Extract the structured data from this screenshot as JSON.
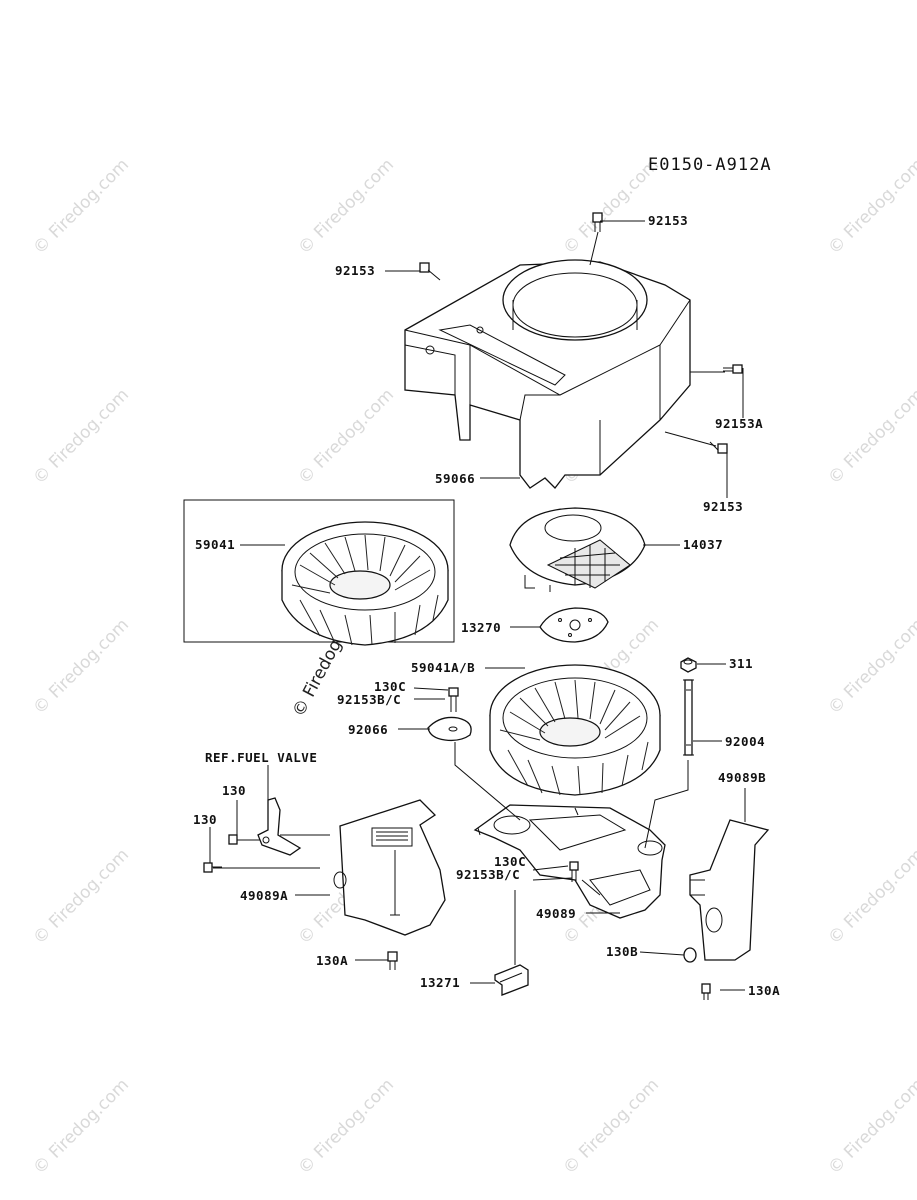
{
  "diagram_code": "E0150-A912A",
  "watermark": "© Firedog.com",
  "parts": {
    "bolt_top": "92153",
    "bolt_left": "92153",
    "bolt_right_a": "92153A",
    "bolt_right_b": "92153",
    "housing": "59066",
    "flywheel_boxed": "59041",
    "screen": "14037",
    "plate": "13270",
    "nut": "311",
    "flywheel_ab": "59041A/B",
    "bolt_130c_top": "130C",
    "bolt_bc_top": "92153B/C",
    "washer": "92066",
    "stud": "92004",
    "ref_fuel_valve": "REF.FUEL VALVE",
    "bolt_130_a": "130",
    "bolt_130_b": "130",
    "cover_right": "49089B",
    "cover_left": "49089A",
    "bolt_130c_bottom": "130C",
    "bolt_bc_bottom": "92153B/C",
    "baffle": "49089",
    "bolt_130a_left": "130A",
    "bolt_130b": "130B",
    "bracket": "13271",
    "bolt_130a_right": "130A"
  }
}
